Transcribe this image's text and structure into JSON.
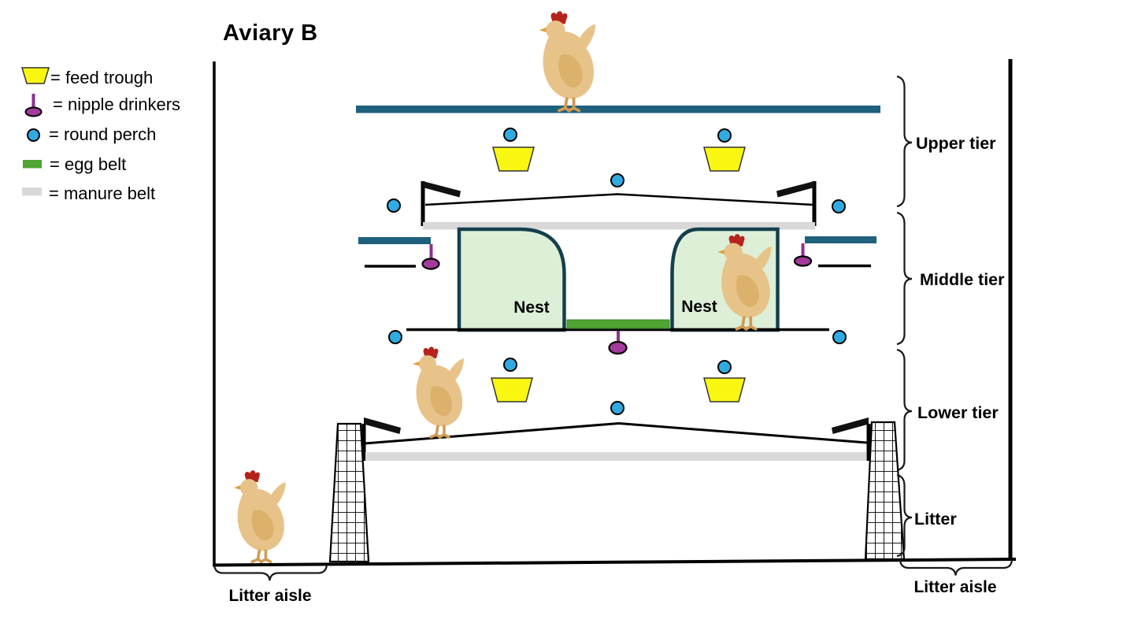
{
  "title": "Aviary B",
  "legend": {
    "items": [
      {
        "icon": "feed-trough-icon",
        "label": "= feed trough"
      },
      {
        "icon": "nipple-drinker-icon",
        "label": "= nipple drinkers"
      },
      {
        "icon": "round-perch-icon",
        "label": "= round perch"
      },
      {
        "icon": "egg-belt-icon",
        "label": "= egg belt"
      },
      {
        "icon": "manure-belt-icon",
        "label": "= manure belt"
      }
    ]
  },
  "tiers": {
    "upper": "Upper tier",
    "middle": "Middle tier",
    "lower": "Lower tier",
    "litter": "Litter"
  },
  "nests": {
    "left": "Nest",
    "right": "Nest"
  },
  "aisles": {
    "left": "Litter aisle",
    "right": "Litter aisle"
  },
  "colors": {
    "teal_rail": "#1f607c",
    "perch_blue": "#2fabe1",
    "trough_yellow": "#f9f711",
    "egg_belt_green": "#4fa433",
    "manure_belt_gray": "#d9d9d9",
    "nest_fill": "#ddefd6",
    "nest_border": "#143f4d",
    "drinker_purple": "#a43a9c",
    "drinker_stem": "#8e3090"
  }
}
